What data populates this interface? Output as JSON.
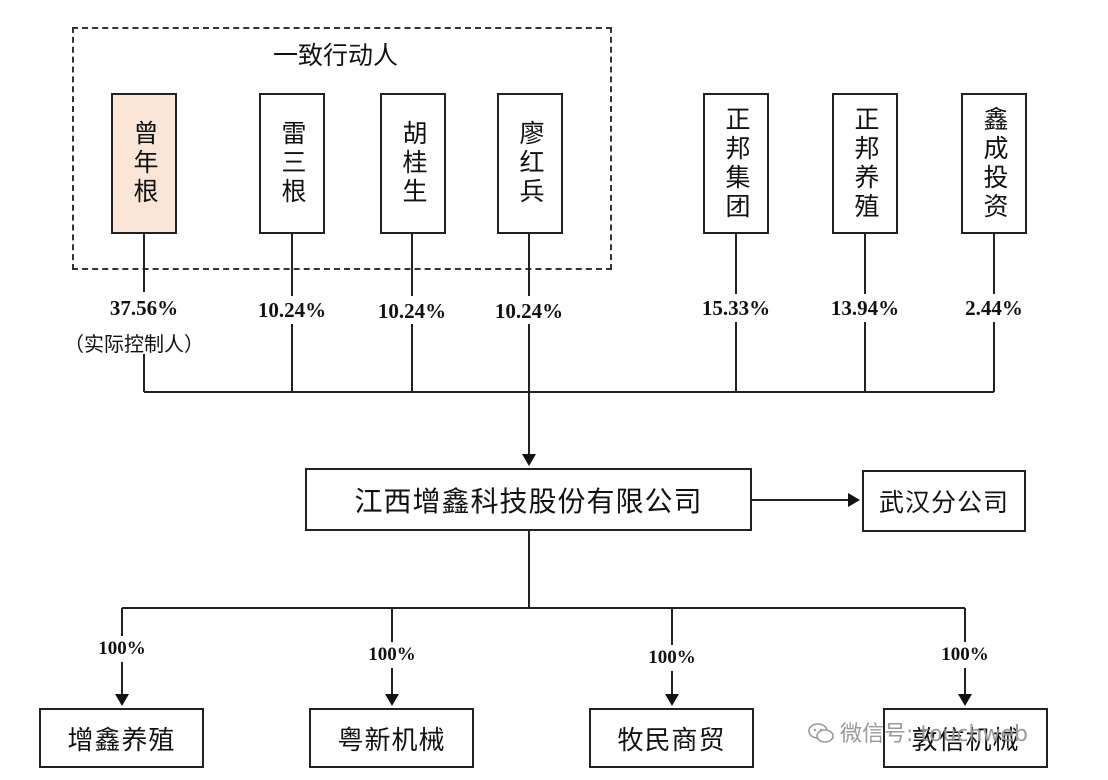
{
  "group_label": "一致行动人",
  "shareholders": [
    {
      "name": "曾年根",
      "pct": "37.56%",
      "note": "（实际控制人）",
      "highlight": "#fbe5d6"
    },
    {
      "name": "雷三根",
      "pct": "10.24%"
    },
    {
      "name": "胡桂生",
      "pct": "10.24%"
    },
    {
      "name": "廖红兵",
      "pct": "10.24%"
    },
    {
      "name": "正邦集团",
      "pct": "15.33%"
    },
    {
      "name": "正邦养殖",
      "pct": "13.94%"
    },
    {
      "name": "鑫成投资",
      "pct": "2.44%"
    }
  ],
  "company": "江西增鑫科技股份有限公司",
  "branch": "武汉分公司",
  "subsidiaries": [
    {
      "name": "增鑫养殖",
      "pct": "100%"
    },
    {
      "name": "粤新机械",
      "pct": "100%"
    },
    {
      "name": "牧民商贸",
      "pct": "100%"
    },
    {
      "name": "敦信机械",
      "pct": "100%"
    }
  ],
  "watermark": "微信号: touchweb"
}
